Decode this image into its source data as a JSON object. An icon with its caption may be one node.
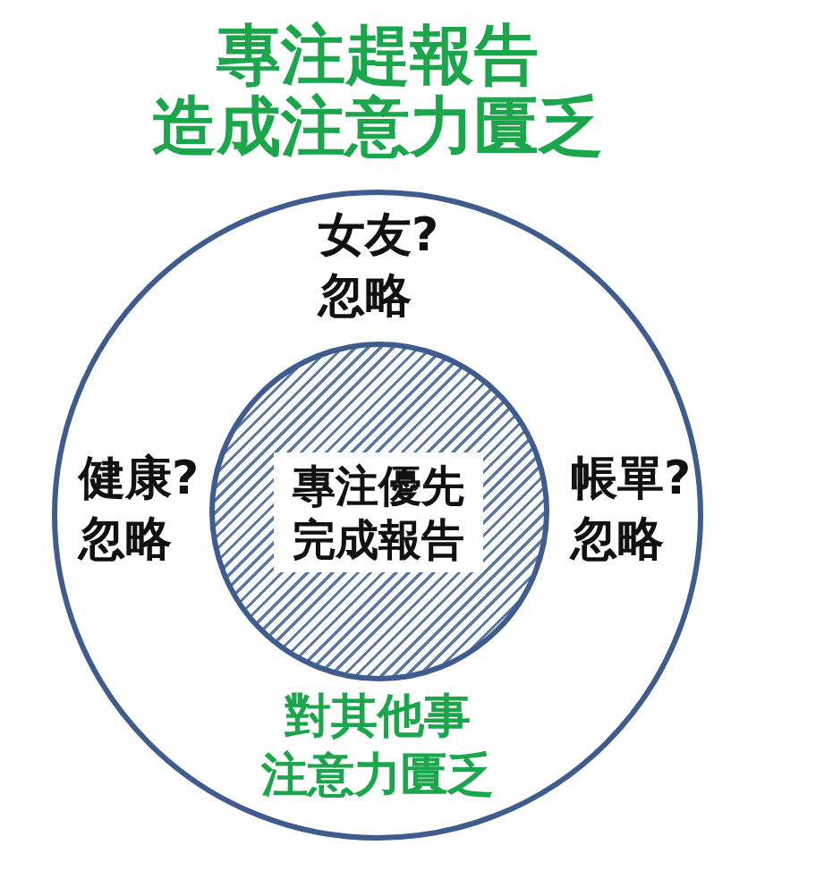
{
  "diagram": {
    "title": "專注趕報告造成注意力匱乏",
    "nodes": [
      {
        "text": [
          "女友?忽略",
          "健康?忽略",
          "帳單?忽略",
          "對其他事注意力匱乏"
        ]
      },
      {
        "text": [
          "專注優先完成報告"
        ],
        "in": 0
      }
    ]
  }
}
